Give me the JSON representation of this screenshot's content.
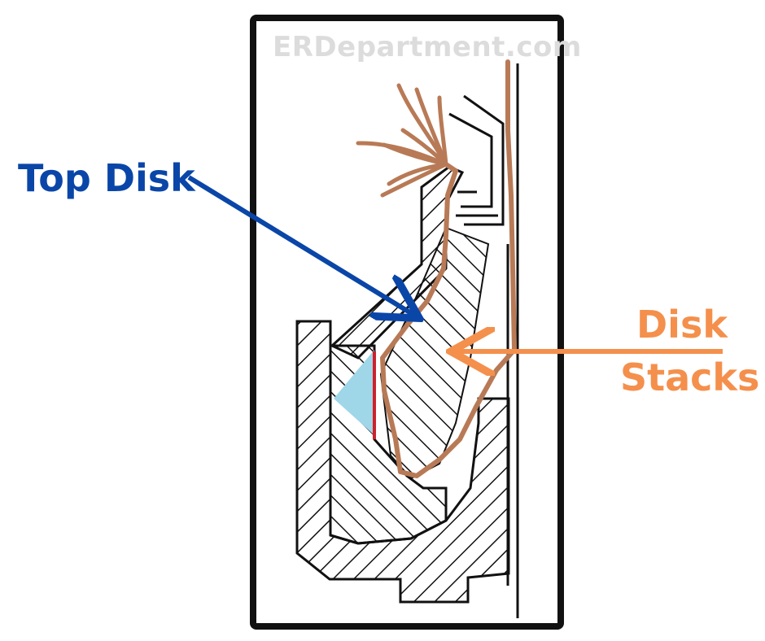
{
  "watermark": "ERDepartment.com",
  "labels": {
    "top_disk": "Top Disk",
    "disk_stacks_line1": "Disk",
    "disk_stacks_line2": "Stacks"
  },
  "colors": {
    "top_disk": "#0a46a8",
    "disk_stacks": "#f4904c",
    "outline": "#111111",
    "tissue": "#b87a56",
    "fluid": "#9fd6e8",
    "marker_line": "#d0202a"
  }
}
